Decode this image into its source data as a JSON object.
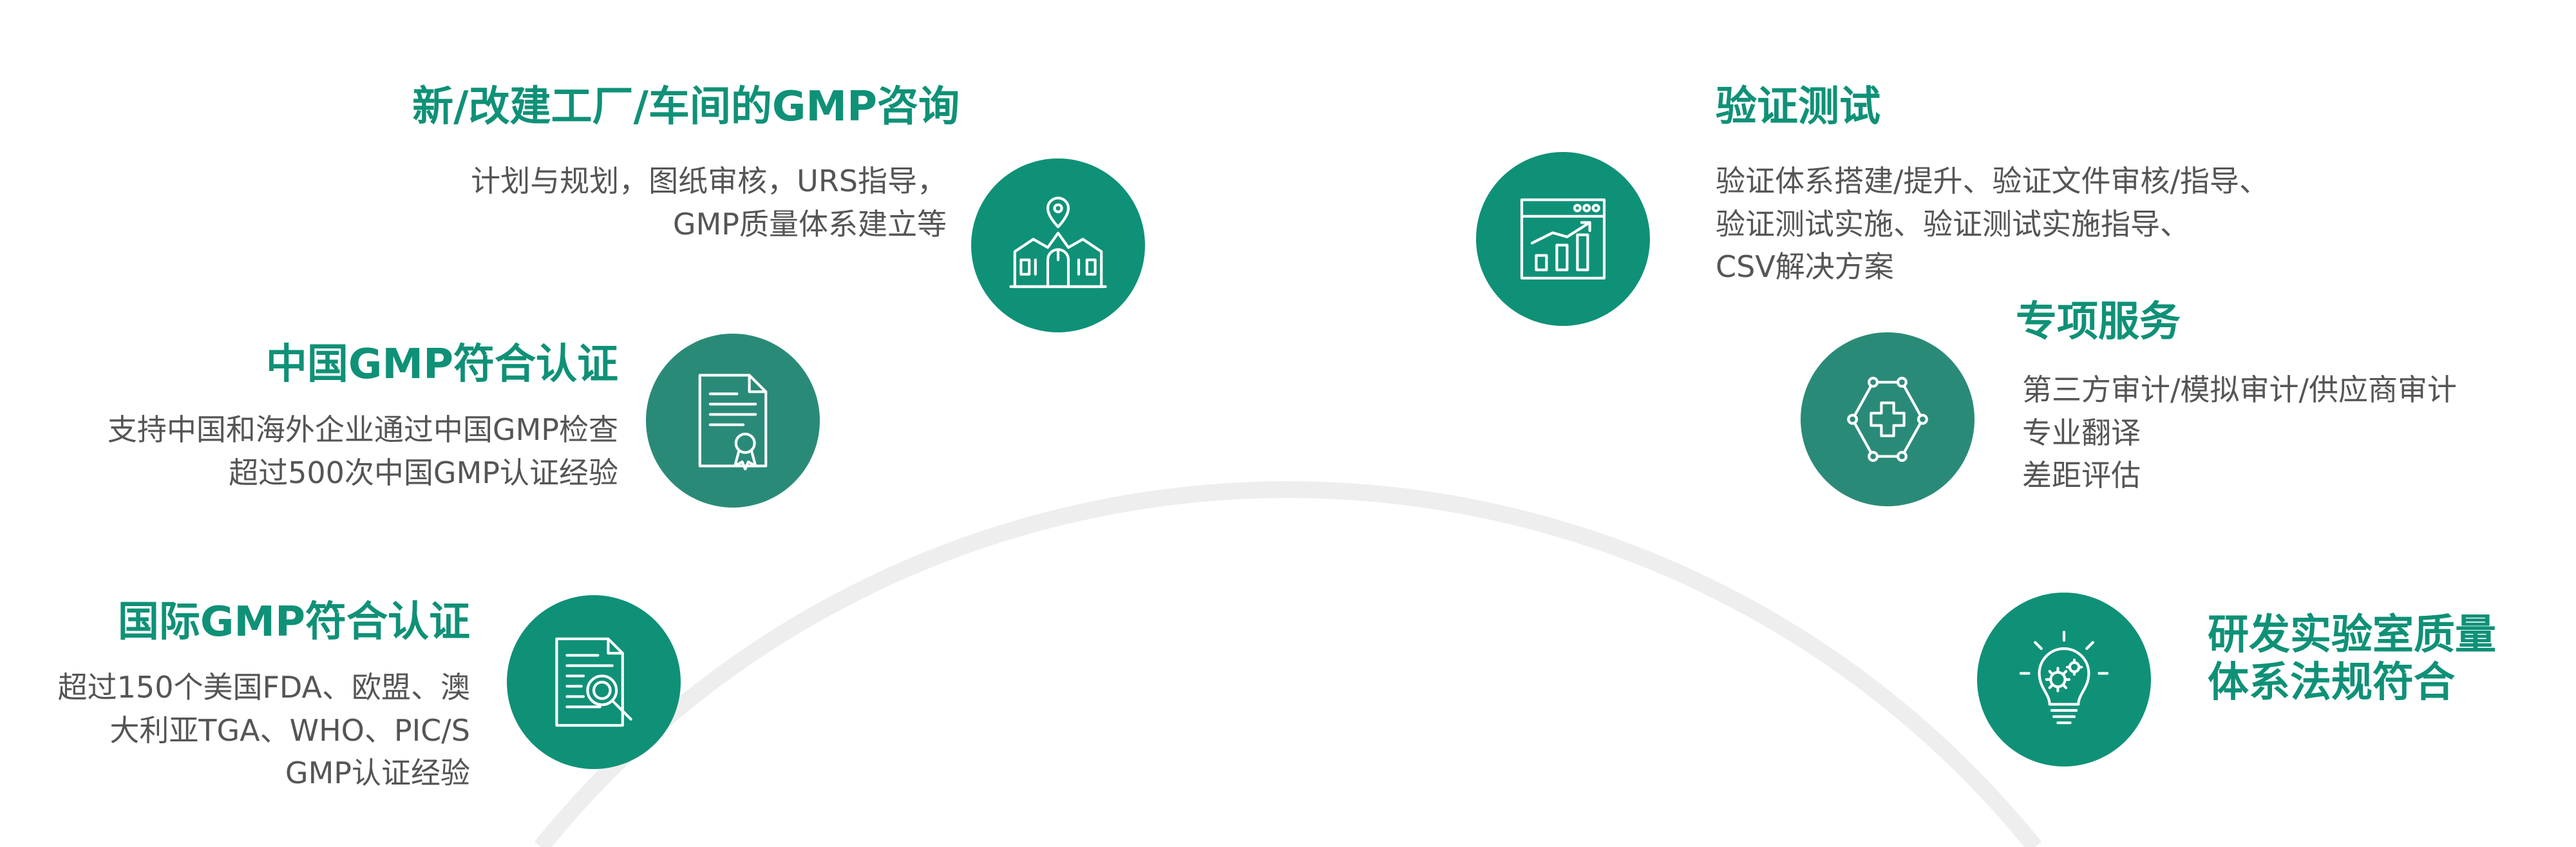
{
  "colors": {
    "primary": "#0f9177",
    "secondary": "#2a8a78",
    "arc": "#eeeeee",
    "text": "#555555"
  },
  "services": [
    {
      "title": "新/改建工厂/车间的GMP咨询",
      "lines": [
        "计划与规划，图纸审核，URS指导，",
        "GMP质量体系建立等"
      ],
      "icon": "factory-location-icon"
    },
    {
      "title": "中国GMP符合认证",
      "lines": [
        "支持中国和海外企业通过中国GMP检查",
        "超过500次中国GMP认证经验"
      ],
      "icon": "certificate-document-icon"
    },
    {
      "title": "国际GMP符合认证",
      "lines": [
        "超过150个美国FDA、欧盟、澳",
        "大利亚TGA、WHO、PIC/S",
        "GMP认证经验"
      ],
      "icon": "document-search-icon"
    },
    {
      "title": "验证测试",
      "lines": [
        "验证体系搭建/提升、验证文件审核/指导、",
        "验证测试实施、验证测试实施指导、",
        "CSV解决方案"
      ],
      "icon": "chart-window-icon"
    },
    {
      "title": "专项服务",
      "lines": [
        "第三方审计/模拟审计/供应商审计",
        "专业翻译",
        "差距评估"
      ],
      "icon": "medical-network-icon"
    },
    {
      "title": "研发实验室质量体系法规符合",
      "title_lines": [
        "研发实验室质量",
        "体系法规符合"
      ],
      "icon": "lightbulb-gear-icon"
    }
  ]
}
